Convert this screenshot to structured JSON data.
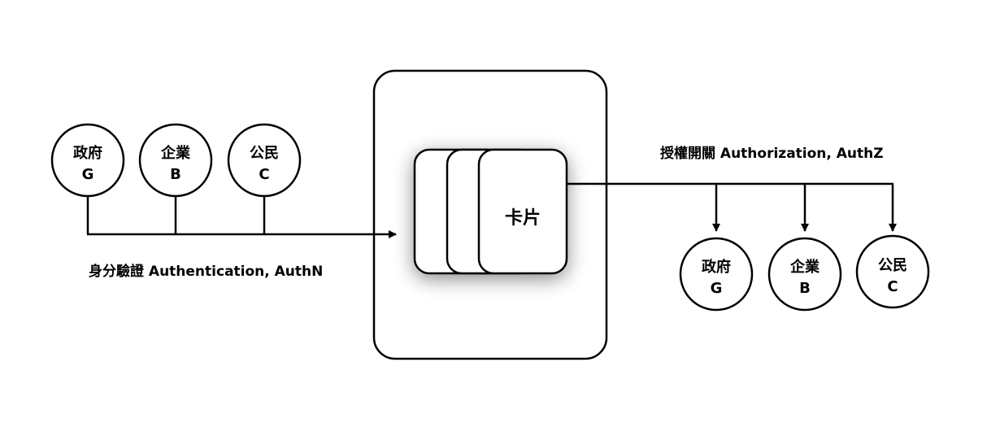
{
  "authn": {
    "label": "身分驗證 Authentication, AuthN",
    "nodes": [
      {
        "line1": "政府",
        "line2": "G"
      },
      {
        "line1": "企業",
        "line2": "B"
      },
      {
        "line1": "公民",
        "line2": "C"
      }
    ]
  },
  "authz": {
    "label": "授權開關 Authorization, AuthZ",
    "nodes": [
      {
        "line1": "政府",
        "line2": "G"
      },
      {
        "line1": "企業",
        "line2": "B"
      },
      {
        "line1": "公民",
        "line2": "C"
      }
    ]
  },
  "card": {
    "label": "卡片"
  }
}
